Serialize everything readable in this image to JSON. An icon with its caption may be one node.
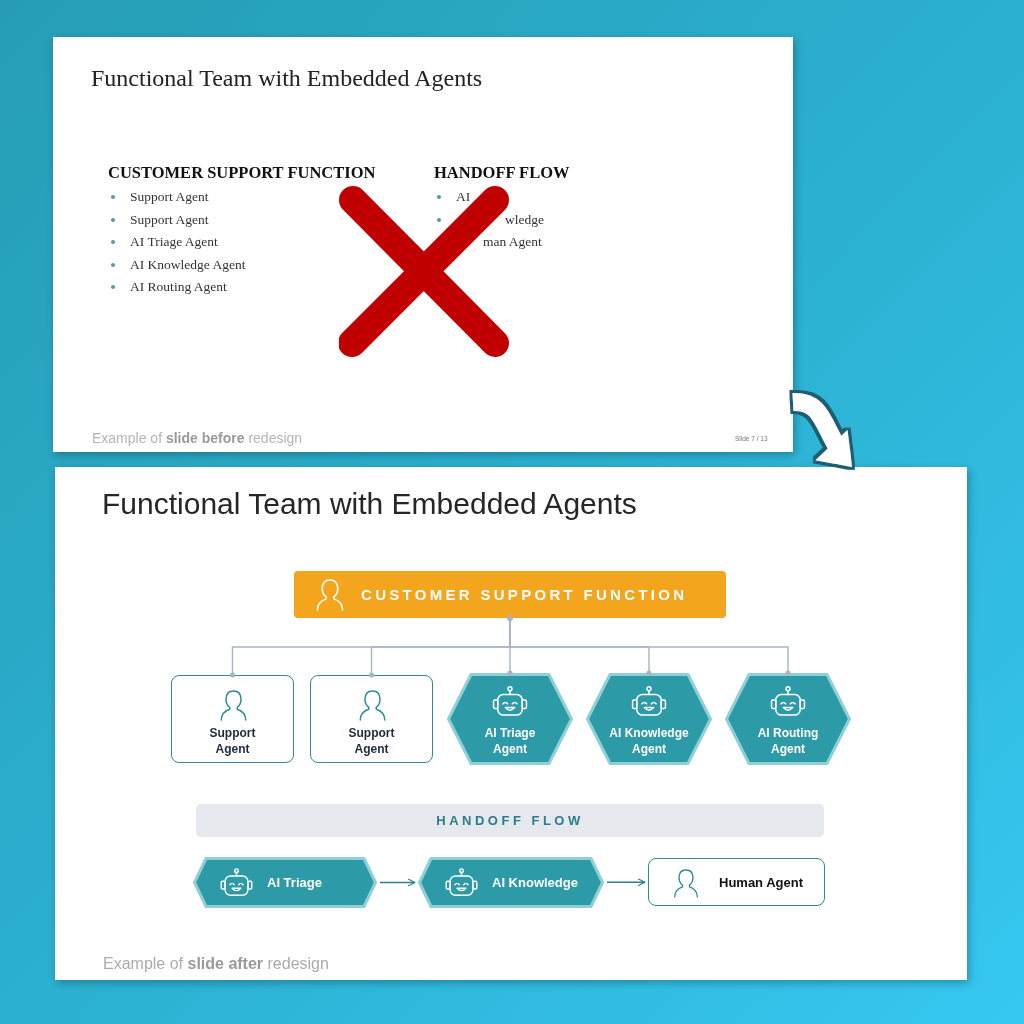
{
  "diagram": {
    "nodes": [
      {
        "text": [
          "Functional Team with Embedded Agents",
          "CUSTOMER SUPPORT FUNCTION",
          "Support Agent",
          "Support Agent",
          "AI Triage Agent",
          "AI Knowledge Agent",
          "AI Routing Agent",
          "HANDOFF FLOW",
          "AI",
          "wledge",
          "man Agent",
          "Example of **slide before** redesign",
          "Slide 7 / 13"
        ]
      },
      {
        "text": [
          "Functional Team with Embedded Agents",
          "Example of **slide after** redesign"
        ]
      },
      {
        "text": [
          "CUSTOMER SUPPORT FUNCTION"
        ],
        "in": 1
      },
      {
        "text": [
          "Support Agent"
        ],
        "in": 1
      },
      {
        "text": [
          "Support Agent"
        ],
        "in": 1
      },
      {
        "text": [
          "AI Triage Agent"
        ],
        "in": 1
      },
      {
        "text": [
          "AI Knowledge Agent"
        ],
        "in": 1
      },
      {
        "text": [
          "AI Routing Agent"
        ],
        "in": 1
      },
      {
        "text": [
          "HANDOFF FLOW"
        ],
        "in": 1
      },
      {
        "text": [
          "AI Triage"
        ],
        "in": 1
      },
      {
        "text": [
          "AI Knowledge"
        ],
        "in": 1
      },
      {
        "text": [
          "Human Agent"
        ],
        "in": 1
      }
    ],
    "edges": [
      {
        "from": 2,
        "to": 3,
        "arrow": "other"
      },
      {
        "from": 2,
        "to": 4,
        "arrow": "other"
      },
      {
        "from": 2,
        "to": 5,
        "arrow": "other"
      },
      {
        "from": 2,
        "to": 6,
        "arrow": "other"
      },
      {
        "from": 2,
        "to": 7,
        "arrow": "other"
      },
      {
        "from": 9,
        "to": 10,
        "arrow": "to",
        "color": "#2e7f8c"
      },
      {
        "from": 10,
        "to": 11,
        "arrow": "to",
        "color": "#2e7f8c"
      },
      {
        "from": 0,
        "to": 1,
        "arrow": "to",
        "style": "thick",
        "color": "#ffffff"
      }
    ]
  }
}
